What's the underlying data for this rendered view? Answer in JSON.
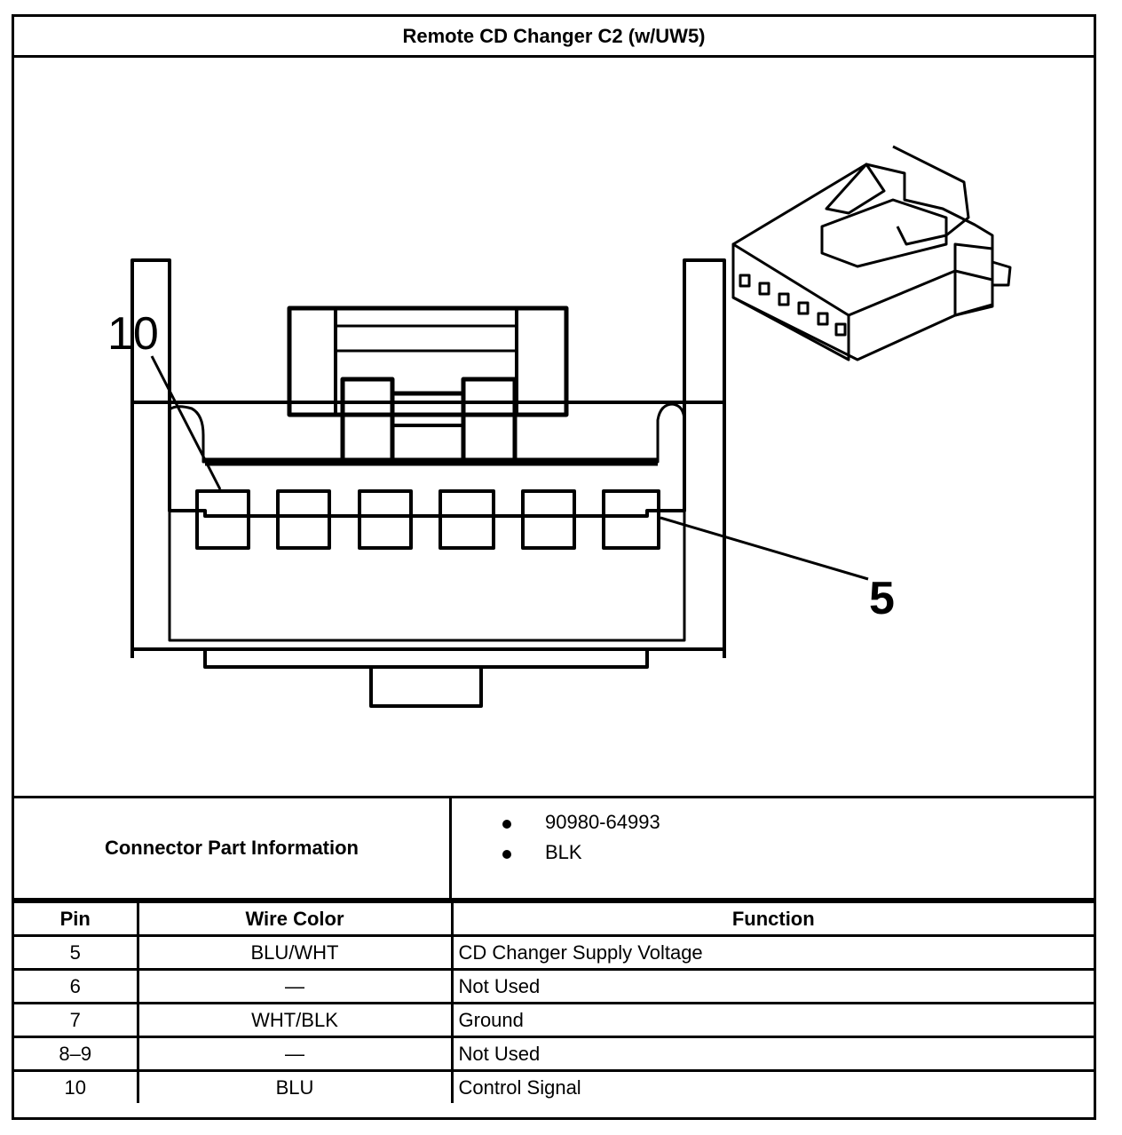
{
  "title": "Remote CD Changer C2 (w/UW5)",
  "diagram": {
    "callout_left": "10",
    "callout_right": "5"
  },
  "part_info": {
    "label": "Connector Part Information",
    "items": [
      "90980-64993",
      "BLK"
    ]
  },
  "table": {
    "headers": {
      "pin": "Pin",
      "wire_color": "Wire Color",
      "function": "Function"
    },
    "rows": [
      {
        "pin": "5",
        "wire_color": "BLU/WHT",
        "function": "CD Changer Supply Voltage"
      },
      {
        "pin": "6",
        "wire_color": "—",
        "function": "Not Used"
      },
      {
        "pin": "7",
        "wire_color": "WHT/BLK",
        "function": "Ground"
      },
      {
        "pin": "8–9",
        "wire_color": "—",
        "function": "Not Used"
      },
      {
        "pin": "10",
        "wire_color": "BLU",
        "function": "Control Signal"
      }
    ]
  }
}
